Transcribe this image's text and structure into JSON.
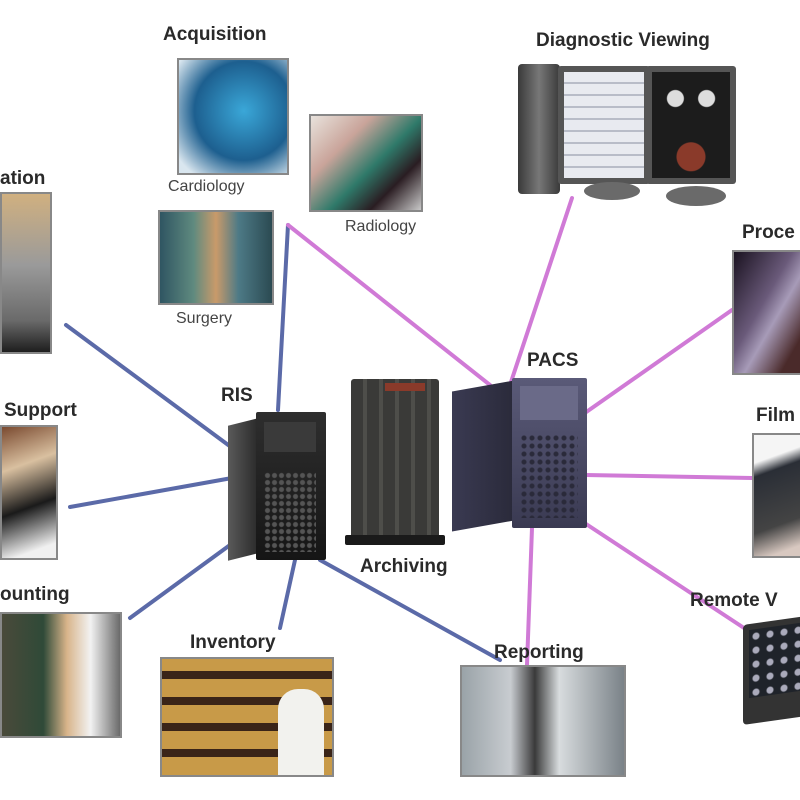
{
  "diagram": {
    "title": "RIS / PACS integration overview",
    "hubs": {
      "ris": {
        "label": "RIS"
      },
      "pacs": {
        "label": "PACS"
      },
      "archiving": {
        "label": "Archiving"
      }
    },
    "groups": {
      "acquisition": {
        "label": "Acquisition",
        "items": [
          {
            "label": "Cardiology"
          },
          {
            "label": "Radiology"
          },
          {
            "label": "Surgery"
          }
        ]
      }
    },
    "nodes": {
      "diagnostic_viewing": {
        "label": "Diagnostic Viewing"
      },
      "procedures": {
        "label": "Proce"
      },
      "film": {
        "label": "Film"
      },
      "remote_viewing": {
        "label": "Remote V"
      },
      "reporting": {
        "label": "Reporting"
      },
      "inventory": {
        "label": "Inventory"
      },
      "accounting": {
        "label": "ounting"
      },
      "support": {
        "label": "Support"
      },
      "registration": {
        "label": "ation"
      }
    },
    "colors": {
      "ris_link": "#5b6aa8",
      "pacs_link": "#d07ad6"
    }
  }
}
